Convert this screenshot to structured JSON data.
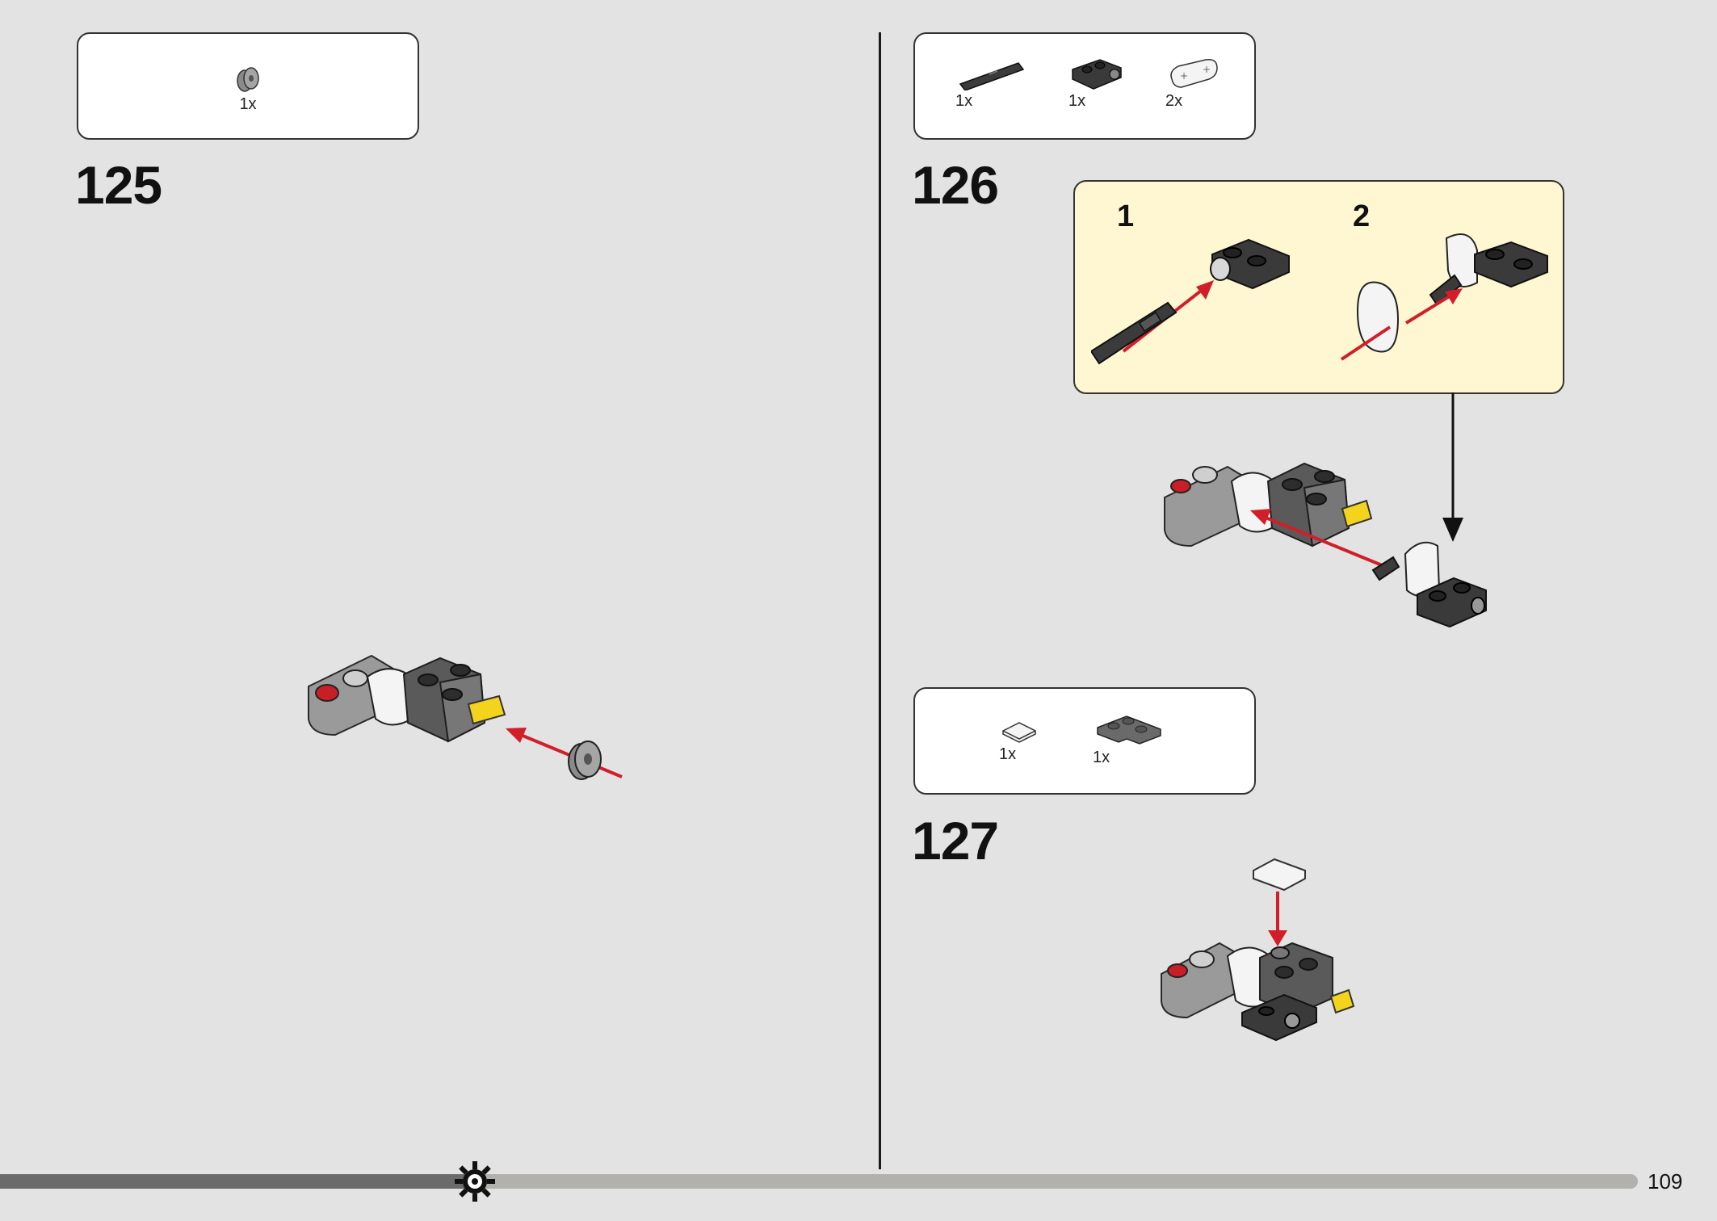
{
  "page": {
    "number": "109",
    "progress_fraction": 0.29
  },
  "steps": [
    {
      "number": "125",
      "parts": [
        {
          "icon": "bushing-icon",
          "qty": "1x"
        }
      ]
    },
    {
      "number": "126",
      "parts": [
        {
          "icon": "axle-icon",
          "qty": "1x"
        },
        {
          "icon": "plate-with-hole-icon",
          "qty": "1x"
        },
        {
          "icon": "thin-liftarm-icon",
          "qty": "2x"
        }
      ],
      "substeps": [
        "1",
        "2"
      ]
    },
    {
      "number": "127",
      "parts": [
        {
          "icon": "tile-icon",
          "qty": "1x"
        },
        {
          "icon": "corner-plate-icon",
          "qty": "1x"
        }
      ]
    }
  ],
  "colors": {
    "background": "#e3e3e3",
    "callout": "#fff7d2",
    "arrow_red": "#d11f2a",
    "brick_dark": "#3a3a3a",
    "brick_gray": "#9a9a9a",
    "accent_yellow": "#f4d31c"
  }
}
